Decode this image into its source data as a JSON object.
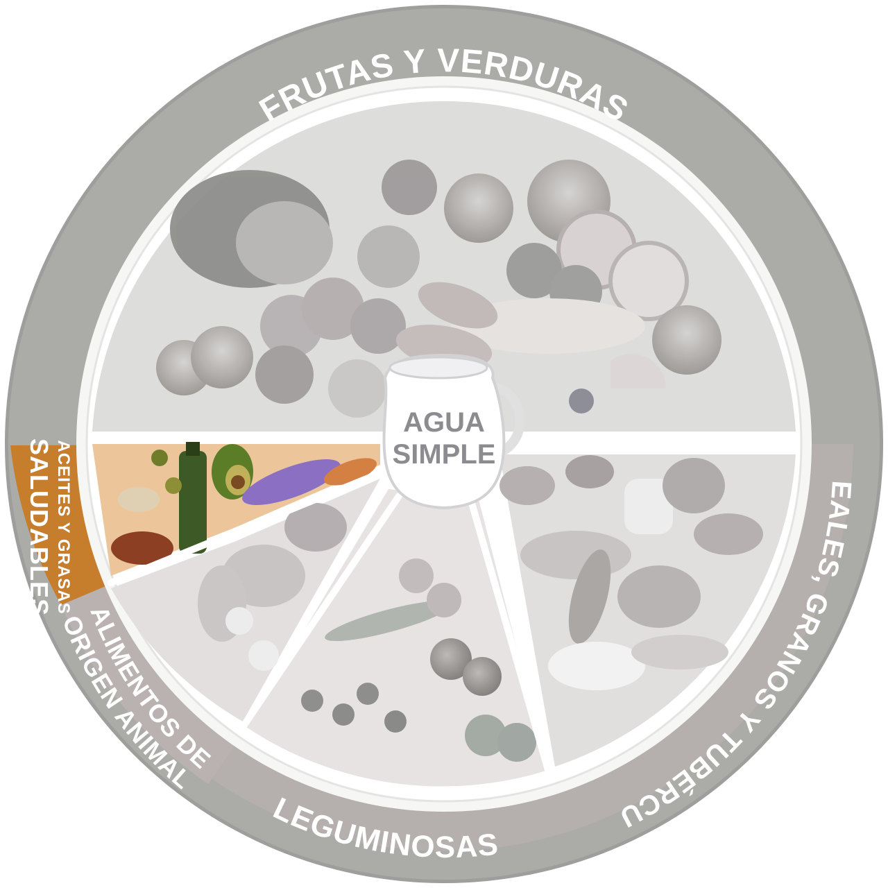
{
  "groups": {
    "frutas_y_verduras": "FRUTAS Y VERDURAS",
    "cereales": "CEREALES, GRANOS Y TUBÉRCULOS",
    "leguminosas": "LEGUMINOSAS",
    "origen_animal_line1": "ALIMENTOS DE",
    "origen_animal_line2": "ORIGEN ANIMAL",
    "aceites_line1": "ACEITES Y GRASAS",
    "aceites_line2": "SALUDABLES"
  },
  "center": {
    "line1": "AGUA",
    "line2": "SIMPLE"
  },
  "colors": {
    "ring_gray": "#ababa8",
    "ring_mauve": "#b3adab",
    "plate_base": "#f4f4f2",
    "section_fill": "#dcdcda",
    "aceites_orange": "#c67d2c",
    "aceites_fill": "#ecc69a",
    "white_text": "#ffffff"
  },
  "icons": {
    "center": "water-jug-icon"
  }
}
